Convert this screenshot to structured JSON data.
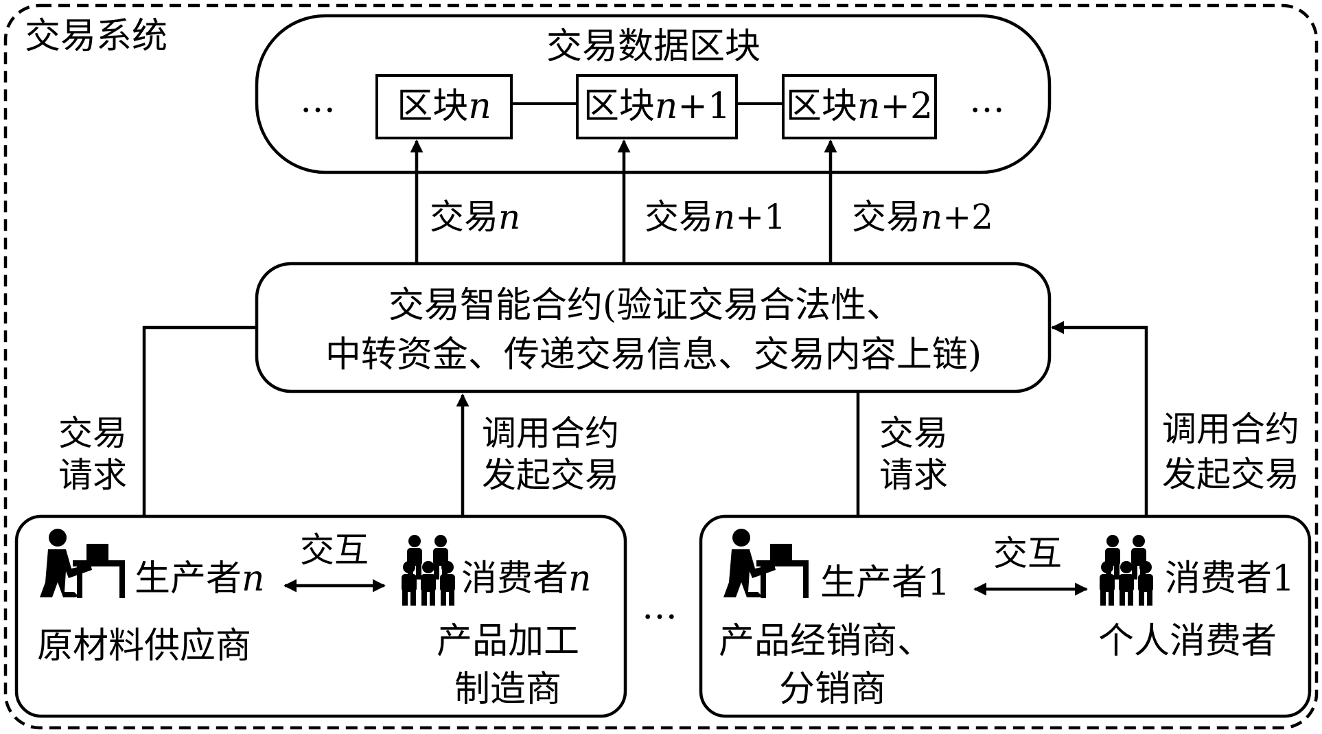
{
  "system_title": "交易系统",
  "chain": {
    "title": "交易数据区块",
    "ellipsis_left": "…",
    "ellipsis_right": "…",
    "blocks": [
      {
        "prefix": "区块",
        "var": "n",
        "suffix": ""
      },
      {
        "prefix": "区块",
        "var": "n",
        "suffix": "+1"
      },
      {
        "prefix": "区块",
        "var": "n",
        "suffix": "+2"
      }
    ]
  },
  "transactions": [
    {
      "prefix": "交易",
      "var": "n",
      "suffix": ""
    },
    {
      "prefix": "交易",
      "var": "n",
      "suffix": "+1"
    },
    {
      "prefix": "交易",
      "var": "n",
      "suffix": "+2"
    }
  ],
  "contract": {
    "line1": "交易智能合约(验证交易合法性、",
    "line2": "中转资金、传递交易信息、交易内容上链)"
  },
  "request_label": {
    "line1": "交易",
    "line2": "请求"
  },
  "invoke_label": {
    "line1": "调用合约",
    "line2": "发起交易"
  },
  "interact_label": "交互",
  "middle_ellipsis": "…",
  "groups": [
    {
      "producer": {
        "prefix": "生产者",
        "var": "n"
      },
      "consumer": {
        "prefix": "消费者",
        "var": "n"
      },
      "producer_desc": [
        "原材料供应商"
      ],
      "consumer_desc": [
        "产品加工",
        "制造商"
      ]
    },
    {
      "producer": {
        "prefix": "生产者",
        "var": "1"
      },
      "consumer": {
        "prefix": "消费者",
        "var": "1"
      },
      "producer_desc": [
        "产品经销商、",
        "分销商"
      ],
      "consumer_desc": [
        "个人消费者"
      ]
    }
  ]
}
